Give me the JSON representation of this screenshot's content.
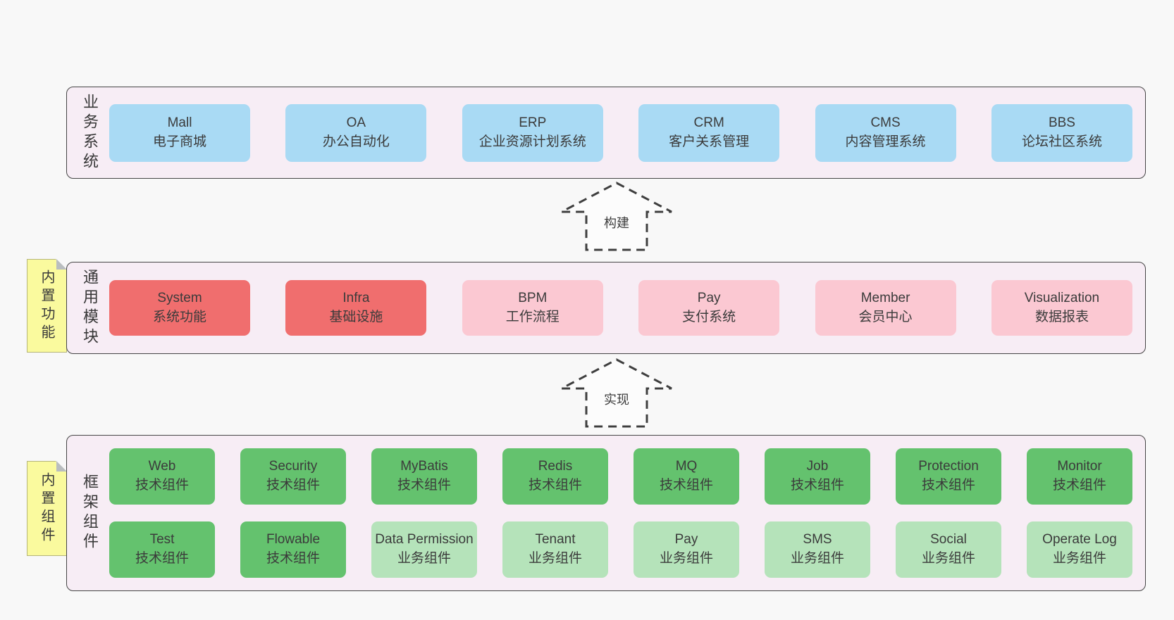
{
  "colors": {
    "page_bg": "#f8f8f8",
    "band_bg": "#f7edf5",
    "band_border": "#454545",
    "blue": "#a9daf4",
    "red": "#f06e6e",
    "pink": "#fbc8d2",
    "green_dark": "#64c26e",
    "green_light": "#b5e3ba",
    "sticky_bg": "#fafa9e",
    "sticky_fold": "#b9bdbf",
    "text": "#3d3d3d"
  },
  "arrows": [
    {
      "label": "构建"
    },
    {
      "label": "实现"
    }
  ],
  "bands": {
    "business": {
      "label": "业务系统",
      "items": [
        {
          "title": "Mall",
          "subtitle": "电子商城",
          "variant": "blue"
        },
        {
          "title": "OA",
          "subtitle": "办公自动化",
          "variant": "blue"
        },
        {
          "title": "ERP",
          "subtitle": "企业资源计划系统",
          "variant": "blue"
        },
        {
          "title": "CRM",
          "subtitle": "客户关系管理",
          "variant": "blue"
        },
        {
          "title": "CMS",
          "subtitle": "内容管理系统",
          "variant": "blue"
        },
        {
          "title": "BBS",
          "subtitle": "论坛社区系统",
          "variant": "blue"
        }
      ]
    },
    "modules": {
      "label": "通用模块",
      "sticky": "内置功能",
      "items": [
        {
          "title": "System",
          "subtitle": "系统功能",
          "variant": "red"
        },
        {
          "title": "Infra",
          "subtitle": "基础设施",
          "variant": "red"
        },
        {
          "title": "BPM",
          "subtitle": "工作流程",
          "variant": "pink"
        },
        {
          "title": "Pay",
          "subtitle": "支付系统",
          "variant": "pink"
        },
        {
          "title": "Member",
          "subtitle": "会员中心",
          "variant": "pink"
        },
        {
          "title": "Visualization",
          "subtitle": "数据报表",
          "variant": "pink"
        }
      ]
    },
    "framework": {
      "label": "框架组件",
      "sticky": "内置组件",
      "rows": [
        [
          {
            "title": "Web",
            "subtitle": "技术组件",
            "variant": "green_dark"
          },
          {
            "title": "Security",
            "subtitle": "技术组件",
            "variant": "green_dark"
          },
          {
            "title": "MyBatis",
            "subtitle": "技术组件",
            "variant": "green_dark"
          },
          {
            "title": "Redis",
            "subtitle": "技术组件",
            "variant": "green_dark"
          },
          {
            "title": "MQ",
            "subtitle": "技术组件",
            "variant": "green_dark"
          },
          {
            "title": "Job",
            "subtitle": "技术组件",
            "variant": "green_dark"
          },
          {
            "title": "Protection",
            "subtitle": "技术组件",
            "variant": "green_dark"
          },
          {
            "title": "Monitor",
            "subtitle": "技术组件",
            "variant": "green_dark"
          }
        ],
        [
          {
            "title": "Test",
            "subtitle": "技术组件",
            "variant": "green_dark"
          },
          {
            "title": "Flowable",
            "subtitle": "技术组件",
            "variant": "green_dark"
          },
          {
            "title": "Data Permission",
            "subtitle": "业务组件",
            "variant": "green_light"
          },
          {
            "title": "Tenant",
            "subtitle": "业务组件",
            "variant": "green_light"
          },
          {
            "title": "Pay",
            "subtitle": "业务组件",
            "variant": "green_light"
          },
          {
            "title": "SMS",
            "subtitle": "业务组件",
            "variant": "green_light"
          },
          {
            "title": "Social",
            "subtitle": "业务组件",
            "variant": "green_light"
          },
          {
            "title": "Operate Log",
            "subtitle": "业务组件",
            "variant": "green_light"
          }
        ]
      ]
    }
  }
}
